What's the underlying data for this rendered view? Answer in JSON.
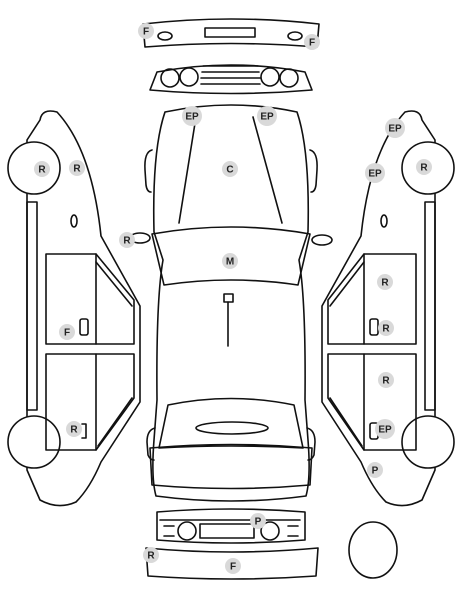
{
  "markers": [
    {
      "label": "F"
    },
    {
      "label": "F"
    },
    {
      "label": "EP"
    },
    {
      "label": "EP"
    },
    {
      "label": "C"
    },
    {
      "label": "R"
    },
    {
      "label": "M"
    },
    {
      "label": "P"
    },
    {
      "label": "R"
    },
    {
      "label": "F"
    },
    {
      "label": "R"
    },
    {
      "label": "R"
    },
    {
      "label": "F"
    },
    {
      "label": "R"
    },
    {
      "label": "EP"
    },
    {
      "label": "R"
    },
    {
      "label": "EP"
    },
    {
      "label": "R"
    },
    {
      "label": "R"
    },
    {
      "label": "R"
    },
    {
      "label": "EP"
    },
    {
      "label": "P"
    }
  ]
}
